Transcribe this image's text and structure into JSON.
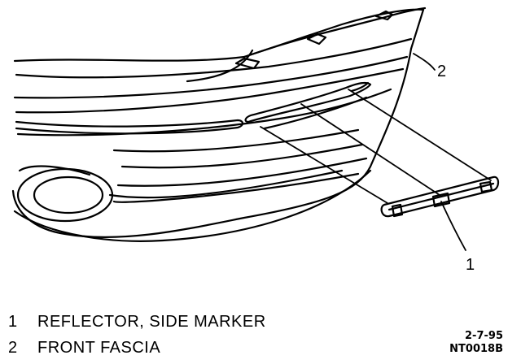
{
  "callouts": [
    {
      "id": "1",
      "label": "1"
    },
    {
      "id": "2",
      "label": "2"
    }
  ],
  "legend": [
    {
      "number": "1",
      "text": "REFLECTOR, SIDE MARKER"
    },
    {
      "number": "2",
      "text": "FRONT FASCIA"
    }
  ],
  "figure": {
    "date": "2-7-95",
    "code": "NT0018B"
  },
  "colors": {
    "ink": "#000000",
    "paper": "#ffffff"
  }
}
